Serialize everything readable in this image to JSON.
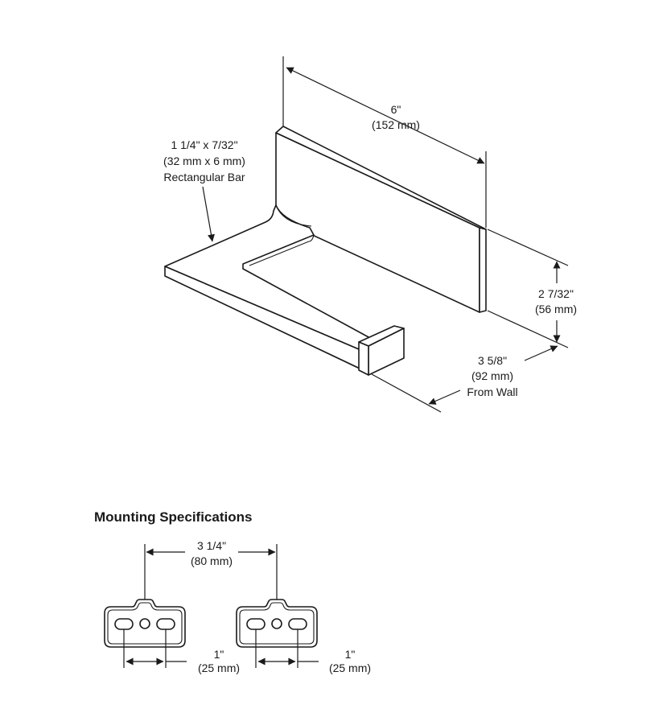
{
  "dimensions": {
    "width": {
      "value": "6\"",
      "metric": "(152 mm)"
    },
    "bar": {
      "line1": "1 1/4\" x 7/32\"",
      "line2": "(32 mm x 6 mm)",
      "line3": "Rectangular Bar"
    },
    "height": {
      "value": "2 7/32\"",
      "metric": "(56 mm)"
    },
    "depth": {
      "value": "3 5/8\"",
      "metric": "(92 mm)",
      "note": "From Wall"
    }
  },
  "mounting": {
    "title": "Mounting Specifications",
    "spacing": {
      "value": "3 1/4\"",
      "metric": "(80 mm)"
    },
    "slot_left": {
      "value": "1\"",
      "metric": "(25 mm)"
    },
    "slot_right": {
      "value": "1\"",
      "metric": "(25 mm)"
    }
  },
  "colors": {
    "line": "#1a1a1a",
    "background": "#ffffff"
  }
}
